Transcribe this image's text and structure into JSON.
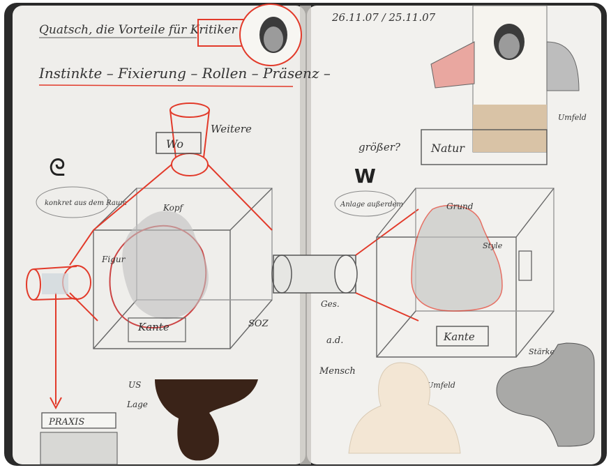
{
  "sketchbook": {
    "left_page": {
      "heading": "Quatsch, die Vorteile für Kritiker",
      "subheading": "Instinkte – Fixierung – Rollen – Präsenz –",
      "note_weitere": "Weitere",
      "label_wo": "Wo",
      "side_note": "konkret aus dem Raum",
      "label_kopf": "Kopf",
      "label_figure": "Figur",
      "label_kante": "Kante",
      "label_us": "US",
      "label_lage": "Lage",
      "label_soz": "SOZ",
      "box_label": "PRAXIS"
    },
    "right_page": {
      "date": "26.11.07 / 25.11.07",
      "note_grosser": "größer?",
      "note_natur": "Natur",
      "side_note": "Anlage außerdem",
      "label_kante": "Kante",
      "label_umfeld": "Umfeld",
      "note_grund": "Grund",
      "label_style": "Style",
      "note_right_top": "Umfeld",
      "note_right_bottom": "Stärke",
      "note_left_margin": "Ges.",
      "note_ad": "a.d.",
      "note_mensch": "Mensch"
    }
  },
  "colors": {
    "paper": "#f1f0ed",
    "pencil": "#555555",
    "red": "#e23a2a",
    "cutout": "#f3e6d4",
    "dark_cutout": "#3a2318"
  }
}
